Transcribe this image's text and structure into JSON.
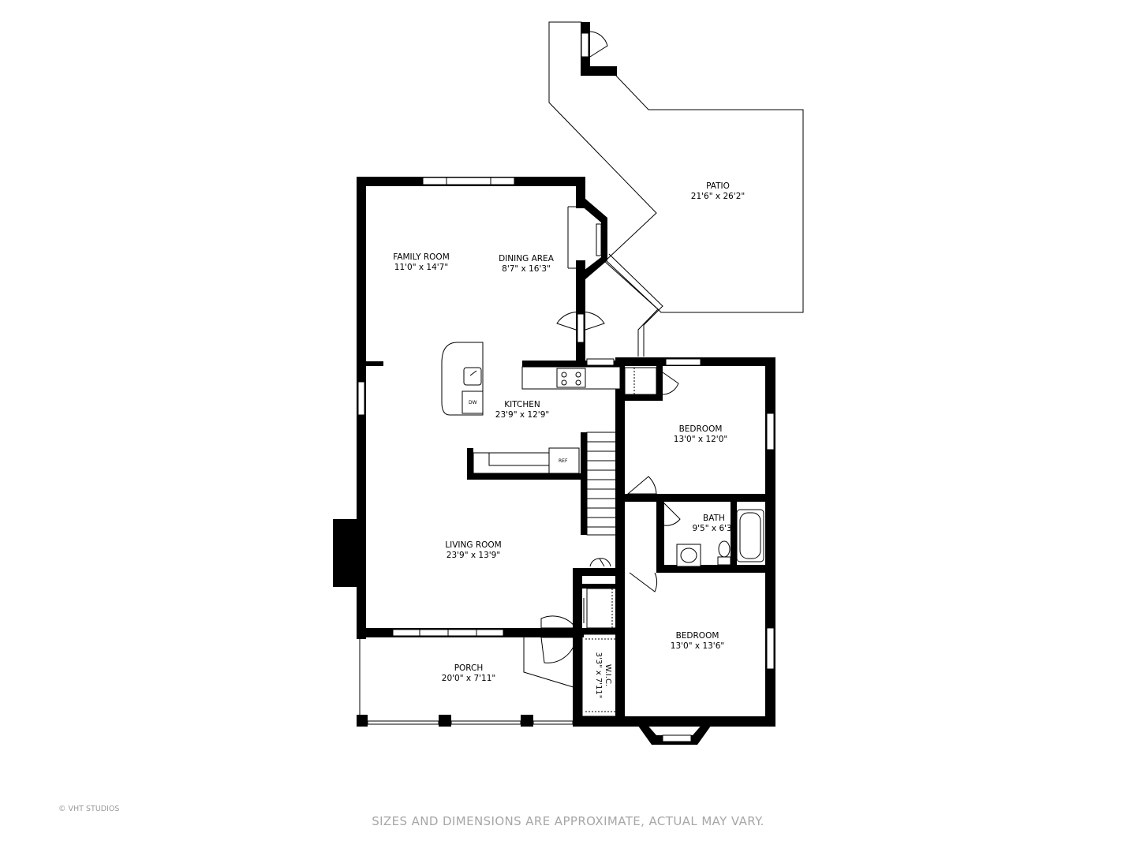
{
  "rooms": {
    "patio": {
      "name": "PATIO",
      "dims": "21'6\" x 26'2\""
    },
    "family_room": {
      "name": "FAMILY ROOM",
      "dims": "11'0\" x 14'7\""
    },
    "dining_area": {
      "name": "DINING AREA",
      "dims": "8'7\" x 16'3\""
    },
    "kitchen": {
      "name": "KITCHEN",
      "dims": "23'9\" x 12'9\""
    },
    "bedroom_1": {
      "name": "BEDROOM",
      "dims": "13'0\" x 12'0\""
    },
    "bath": {
      "name": "BATH",
      "dims": "9'5\" x 6'3\""
    },
    "living_room": {
      "name": "LIVING ROOM",
      "dims": "23'9\" x 13'9\""
    },
    "bedroom_2": {
      "name": "BEDROOM",
      "dims": "13'0\" x 13'6\""
    },
    "porch": {
      "name": "PORCH",
      "dims": "20'0\" x 7'11\""
    },
    "wic": {
      "name": "W.I.C.",
      "dims": "3'3\" x 7'11\""
    }
  },
  "fixtures": {
    "dishwasher": "DW",
    "refrigerator": "REF"
  },
  "footer": {
    "copyright": "© VHT STUDIOS",
    "disclaimer": "SIZES AND DIMENSIONS ARE APPROXIMATE, ACTUAL MAY VARY."
  }
}
